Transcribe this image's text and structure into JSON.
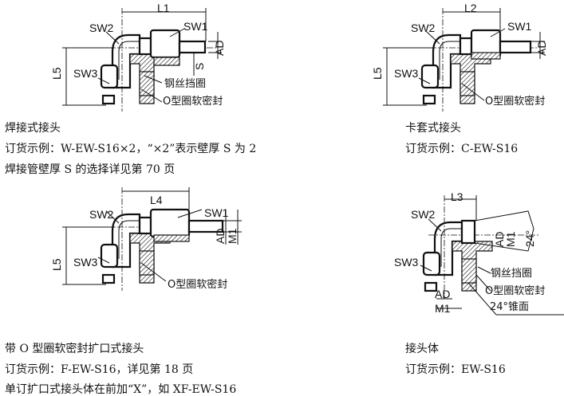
{
  "fig1": {
    "L": "L1",
    "SW1": "SW1",
    "SW2": "SW2",
    "SW3": "SW3",
    "L5": "L5",
    "AD": "AD",
    "S": "S",
    "ring": "钢丝挡圈",
    "oring": "O型圈软密封",
    "title": "焊接式接头",
    "line1": "订货示例：W-EW-S16×2，“×2”表示壁厚 S 为 2",
    "line2": "焊接管壁厚 S 的选择详见第 70 页"
  },
  "fig2": {
    "L": "L2",
    "SW1": "SW1",
    "SW2": "SW2",
    "SW3": "SW3",
    "L5": "L5",
    "AD": "AD",
    "oring": "O型圈软密封",
    "title": "卡套式接头",
    "line1": "订货示例：C-EW-S16"
  },
  "fig3": {
    "L": "L4",
    "SW1": "SW1",
    "SW2": "SW2",
    "SW3": "SW3",
    "L5": "L5",
    "AD": "AD",
    "M1": "M1",
    "oring": "O型圈软密封",
    "title": "带 O 型圈软密封扩口式接头",
    "line1": "订货示例：F-EW-S16，详见第 18 页",
    "line2": "单订扩口式接头体在前加“X”，如 XF-EW-S16"
  },
  "fig4": {
    "L": "L3",
    "SW2": "SW2",
    "SW3": "SW3",
    "AD": "AD",
    "M1": "M1",
    "angle": "24°",
    "ring": "钢丝挡圈",
    "oring": "O型圈软密封",
    "AD_bottom": "AD",
    "M1_bottom": "M1",
    "cone": "24°锥面",
    "title": "接头体",
    "line1": "订货示例：EW-S16"
  }
}
